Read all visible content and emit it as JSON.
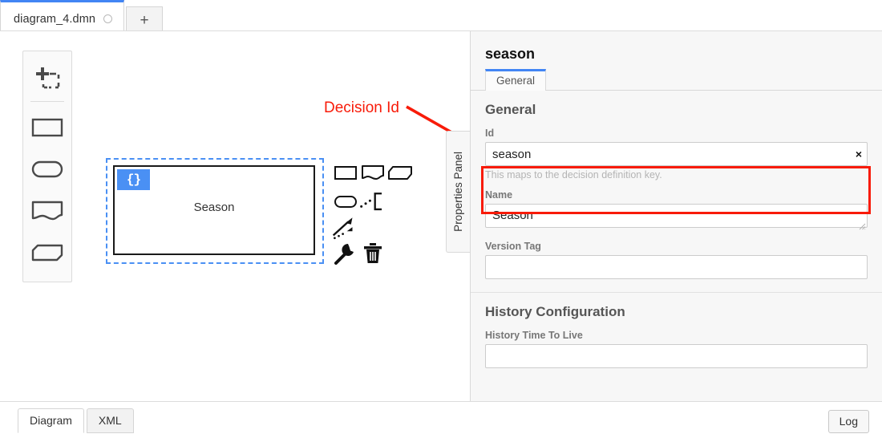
{
  "app": {
    "accent_blue": "#4285f4",
    "annotation_red": "#f81b09",
    "badge_blue": "#4a90f4"
  },
  "tabbar": {
    "tabs": [
      {
        "name": "diagram_4.dmn",
        "dirty_indicator": "unsaved-circle",
        "active": true
      }
    ],
    "add_tab_label": "+"
  },
  "palette": {
    "items": [
      {
        "name": "lasso-tool",
        "label": "Activate the lasso tool"
      },
      {
        "name": "decision",
        "label": "Create Decision"
      },
      {
        "name": "input-data",
        "label": "Create Input Data"
      },
      {
        "name": "knowledge-source",
        "label": "Create Knowledge Source"
      },
      {
        "name": "business-knowledge-model",
        "label": "Create Business Knowledge Model"
      }
    ]
  },
  "canvas": {
    "decision": {
      "label": "Season",
      "expression_badge": "{}",
      "selected": true
    },
    "context_pad": [
      {
        "name": "append-decision"
      },
      {
        "name": "append-knowledge-source"
      },
      {
        "name": "append-business-knowledge-model"
      },
      {
        "name": "append-input-data"
      },
      {
        "name": "append-text-annotation"
      },
      {
        "name": "connect-information-requirement"
      },
      {
        "name": "connect-authority-requirement"
      },
      {
        "name": "change-type-wrench"
      },
      {
        "name": "delete-trash"
      }
    ]
  },
  "annotation": {
    "text": "Decision Id",
    "points_to": "id-field"
  },
  "properties_panel": {
    "toggle_label": "Properties Panel",
    "header_title": "season",
    "tabs": [
      {
        "label": "General",
        "active": true
      }
    ],
    "groups": [
      {
        "title": "General",
        "fields": [
          {
            "label": "Id",
            "value": "season",
            "placeholder": "",
            "type": "input",
            "clearable": true,
            "clear_icon": "×",
            "description": "This maps to the decision definition key.",
            "highlighted": true
          },
          {
            "label": "Name",
            "value": "Season",
            "placeholder": "",
            "type": "textarea",
            "clearable": false,
            "description": ""
          },
          {
            "label": "Version Tag",
            "value": "",
            "placeholder": "",
            "type": "input",
            "clearable": false,
            "description": ""
          }
        ]
      },
      {
        "title": "History Configuration",
        "fields": [
          {
            "label": "History Time To Live",
            "value": "",
            "placeholder": "",
            "type": "input",
            "clearable": false,
            "description": ""
          }
        ]
      }
    ]
  },
  "bottombar": {
    "tabs": [
      {
        "label": "Diagram",
        "active": true
      },
      {
        "label": "XML",
        "active": false
      }
    ],
    "log_label": "Log"
  }
}
